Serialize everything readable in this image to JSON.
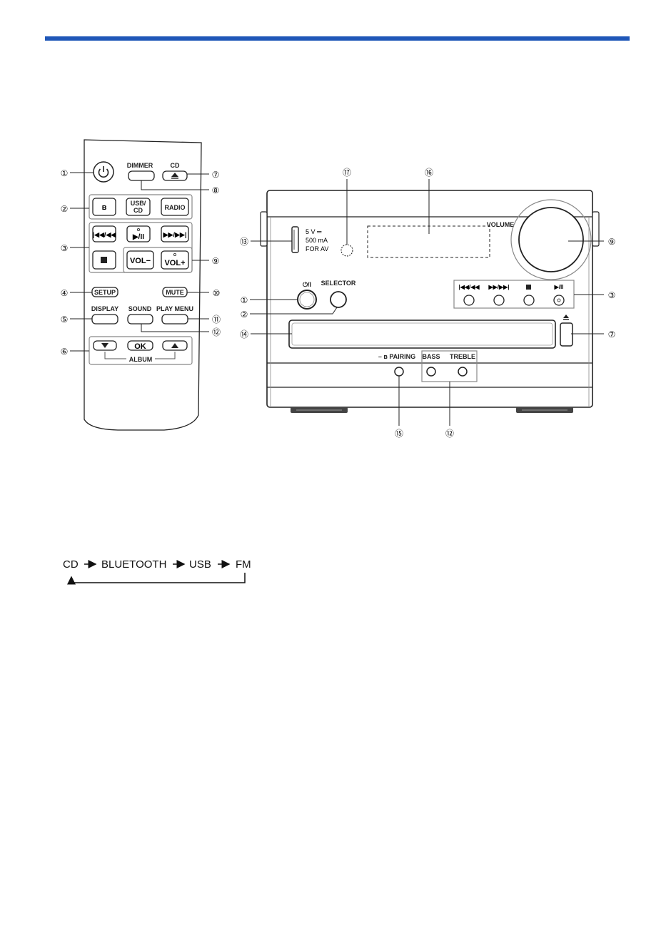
{
  "colors": {
    "accent": "#1f57b8",
    "line": "#222222"
  },
  "remote": {
    "dimmer": "DIMMER",
    "cd": "CD",
    "usb_cd_top": "USB/",
    "usb_cd_bottom": "CD",
    "radio": "RADIO",
    "vol_minus": "VOL−",
    "vol_plus": "VOL+",
    "setup": "SETUP",
    "mute": "MUTE",
    "display": "DISPLAY",
    "sound": "SOUND",
    "play_menu": "PLAY MENU",
    "ok": "OK",
    "album": "ALBUM",
    "icons": [
      "power-icon",
      "eject-icon",
      "bluetooth-icon",
      "skip-back-icon",
      "play-pause-icon",
      "skip-forward-icon",
      "stop-icon",
      "down-arrow-icon",
      "up-arrow-icon"
    ]
  },
  "unit": {
    "usb_label_1": "5 V ═",
    "usb_label_2": "500 mA",
    "usb_label_3": "FOR AV",
    "volume": "VOLUME",
    "power_label": "⏻/I",
    "selector": "SELECTOR",
    "pairing": "– ʙ PAIRING",
    "bass": "BASS",
    "treble": "TREBLE"
  },
  "callouts": {
    "r1": "①",
    "r2": "②",
    "r3": "③",
    "r4": "④",
    "r5": "⑤",
    "r6": "⑥",
    "r7": "⑦",
    "r8": "⑧",
    "r9": "⑨",
    "r10": "⑩",
    "r11": "⑪",
    "r12": "⑫",
    "u17": "⑰",
    "u16": "⑯",
    "u13": "⑬",
    "u9": "⑨",
    "u1": "①",
    "u3": "③",
    "u2": "②",
    "u14": "⑭",
    "u7": "⑦",
    "u15": "⑮",
    "u12": "⑫"
  },
  "flow": {
    "items": [
      "CD",
      "BLUETOOTH",
      "USB",
      "FM"
    ]
  }
}
